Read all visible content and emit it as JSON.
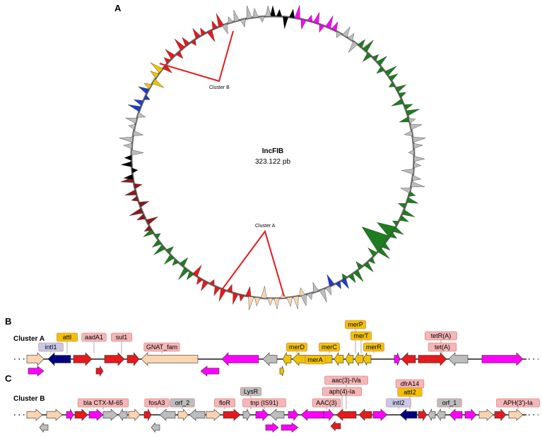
{
  "panel_a": {
    "label": "A",
    "plasmid_name": "IncFIB",
    "plasmid_size": "323.122 pb",
    "cluster_a_label": "Cluster A",
    "cluster_b_label": "Cluster B"
  },
  "panel_b": {
    "label": "B",
    "cluster_label": "Cluster A",
    "gene_labels": [
      "intI1",
      "attI",
      "aadA1",
      "sul1",
      "GNAT_fam",
      "merD",
      "merC",
      "merA",
      "merP",
      "merT",
      "merR",
      "tetR(A)",
      "tet(A)"
    ]
  },
  "panel_c": {
    "label": "C",
    "cluster_label": "Cluster B",
    "gene_labels": [
      "bla CTX-M-65",
      "fosA3",
      "orf_2",
      "floR",
      "LysR",
      "tnp (IS91)",
      "aac(3)-IVa",
      "aph(4)-Ia",
      "AAC(3)",
      "dfrA14",
      "attI2",
      "intI2",
      "orf_1",
      "APH(3')-Ia"
    ]
  },
  "colors": {
    "resistance_red": "#e41a1c",
    "label_pink": "#f4b6b6",
    "mobile_magenta": "#ff00ff",
    "mercury_gold": "#f2c200",
    "integrase_navy": "#000080",
    "hypothetical_gray": "#bdbdbd",
    "peach": "#fcd5b0",
    "green": "#1e7d1e",
    "darkred": "#8b1a1a",
    "blue": "#1f3cc8",
    "label_blue": "#c5cae9"
  }
}
